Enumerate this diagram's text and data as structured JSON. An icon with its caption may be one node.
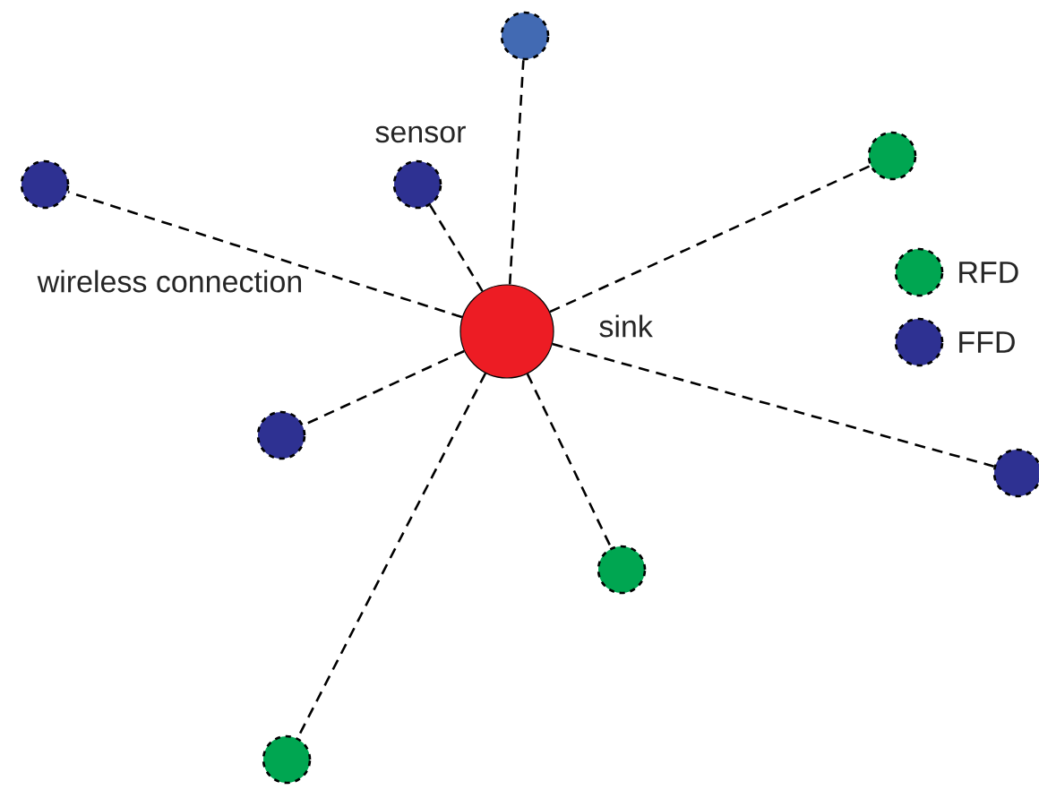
{
  "diagram": {
    "nodes": [
      {
        "text": [],
        "shape": "circle"
      },
      {
        "text": [],
        "shape": "circle"
      },
      {
        "text": [],
        "shape": "circle"
      },
      {
        "text": [],
        "shape": "circle",
        "beside": [
          "sensor"
        ]
      },
      {
        "text": [],
        "shape": "circle",
        "beside": [
          "sink"
        ]
      },
      {
        "text": [],
        "shape": "circle"
      },
      {
        "text": [],
        "shape": "circle"
      },
      {
        "text": [],
        "shape": "circle"
      },
      {
        "text": [],
        "shape": "circle"
      }
    ],
    "edges": [
      {
        "from": 4,
        "to": 0,
        "arrow": "none",
        "style": "dashed"
      },
      {
        "from": 4,
        "to": 1,
        "arrow": "none",
        "style": "dashed"
      },
      {
        "from": 4,
        "to": 2,
        "arrow": "none",
        "style": "dashed",
        "label": "wireless connection"
      },
      {
        "from": 4,
        "to": 3,
        "arrow": "none",
        "style": "dashed"
      },
      {
        "from": 4,
        "to": 5,
        "arrow": "none",
        "style": "dashed"
      },
      {
        "from": 4,
        "to": 6,
        "arrow": "none",
        "style": "dashed"
      },
      {
        "from": 4,
        "to": 7,
        "arrow": "none",
        "style": "dashed"
      },
      {
        "from": 4,
        "to": 8,
        "arrow": "none",
        "style": "dashed"
      }
    ],
    "legend": [
      {
        "text": "RFD",
        "color": "#00a651"
      },
      {
        "text": "FFD",
        "color": "#2e3192"
      }
    ]
  }
}
